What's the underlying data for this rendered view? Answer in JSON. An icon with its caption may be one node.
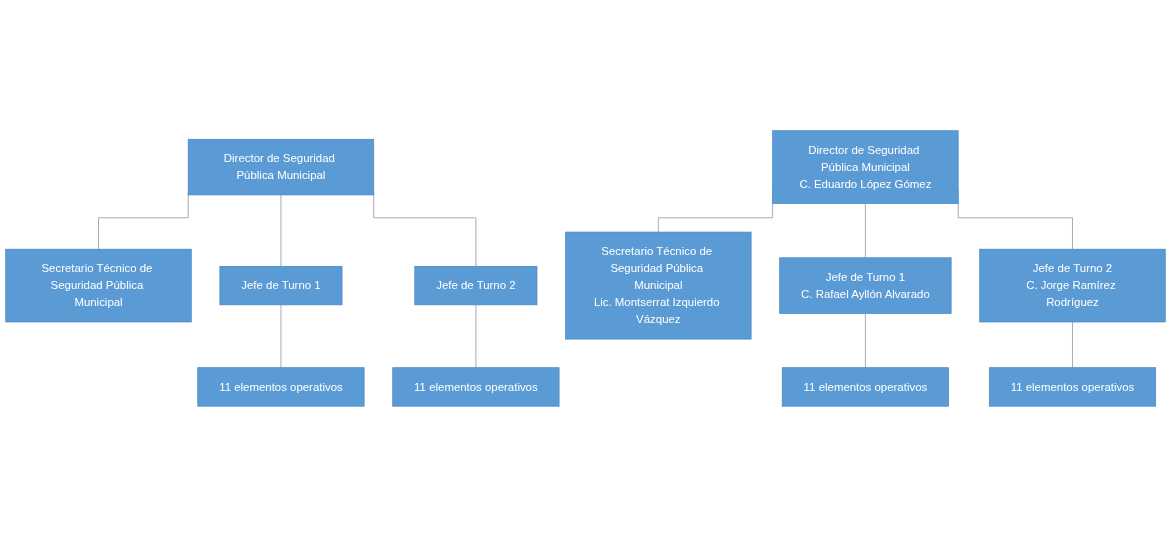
{
  "diagram": {
    "nodes": [
      {
        "text": [
          "Director de Seguridad Pública Municipal"
        ]
      },
      {
        "text": [
          "Secretario Técnico de Seguridad Pública Municipal"
        ]
      },
      {
        "text": [
          "Jefe de Turno 1"
        ]
      },
      {
        "text": [
          "Jefe de Turno 2"
        ]
      },
      {
        "text": [
          "11 elementos operativos"
        ]
      },
      {
        "text": [
          "11 elementos operativos"
        ]
      },
      {
        "text": [
          "Director de Seguridad Pública Municipal",
          "C. Eduardo López Gómez"
        ]
      },
      {
        "text": [
          "Secretario Técnico de Seguridad Pública Municipal",
          "Lic. Montserrat Izquierdo Vázquez"
        ]
      },
      {
        "text": [
          "Jefe de Turno 1",
          "C. Rafael Ayllón Alvarado"
        ]
      },
      {
        "text": [
          "Jefe de Turno 2",
          "C. Jorge Ramírez Rodríguez"
        ]
      },
      {
        "text": [
          "11 elementos operativos"
        ]
      },
      {
        "text": [
          "11 elementos operativos"
        ]
      }
    ],
    "edges": [
      {
        "from": 0,
        "to": 1,
        "arrow": "none"
      },
      {
        "from": 0,
        "to": 2,
        "arrow": "none"
      },
      {
        "from": 0,
        "to": 3,
        "arrow": "none"
      },
      {
        "from": 2,
        "to": 4,
        "arrow": "none"
      },
      {
        "from": 3,
        "to": 5,
        "arrow": "none"
      },
      {
        "from": 6,
        "to": 7,
        "arrow": "none"
      },
      {
        "from": 6,
        "to": 8,
        "arrow": "none"
      },
      {
        "from": 6,
        "to": 9,
        "arrow": "none"
      },
      {
        "from": 8,
        "to": 10,
        "arrow": "none"
      },
      {
        "from": 9,
        "to": 11,
        "arrow": "none"
      }
    ]
  }
}
